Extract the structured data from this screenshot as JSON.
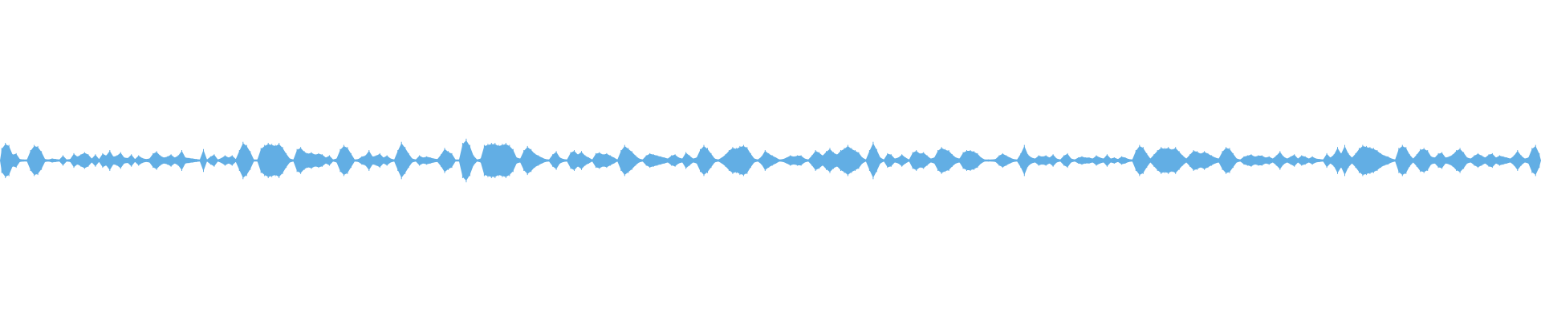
{
  "waveform": {
    "color": "#62aee4",
    "background": "#ffffff",
    "envelope": [
      0.24,
      0.34,
      0.3,
      0.12,
      0.14,
      0.03,
      0.02,
      0.02,
      0.2,
      0.3,
      0.28,
      0.18,
      0.03,
      0.02,
      0.04,
      0.03,
      0.02,
      0.1,
      0.02,
      0.03,
      0.14,
      0.08,
      0.12,
      0.16,
      0.12,
      0.04,
      0.12,
      0.03,
      0.14,
      0.1,
      0.2,
      0.08,
      0.1,
      0.16,
      0.06,
      0.05,
      0.12,
      0.03,
      0.1,
      0.05,
      0.03,
      0.04,
      0.14,
      0.18,
      0.1,
      0.06,
      0.08,
      0.12,
      0.06,
      0.1,
      0.2,
      0.06,
      0.05,
      0.04,
      0.03,
      0.02,
      0.22,
      0.02,
      0.08,
      0.12,
      0.02,
      0.05,
      0.1,
      0.06,
      0.1,
      0.03,
      0.2,
      0.36,
      0.3,
      0.18,
      0.02,
      0.02,
      0.24,
      0.3,
      0.34,
      0.32,
      0.3,
      0.34,
      0.26,
      0.14,
      0.04,
      0.02,
      0.22,
      0.26,
      0.18,
      0.14,
      0.16,
      0.12,
      0.14,
      0.12,
      0.06,
      0.1,
      0.02,
      0.04,
      0.22,
      0.3,
      0.26,
      0.14,
      0.02,
      0.03,
      0.08,
      0.1,
      0.2,
      0.08,
      0.1,
      0.14,
      0.06,
      0.1,
      0.04,
      0.02,
      0.2,
      0.36,
      0.26,
      0.14,
      0.04,
      0.02,
      0.1,
      0.06,
      0.08,
      0.06,
      0.04,
      0.03,
      0.12,
      0.24,
      0.18,
      0.14,
      0.02,
      0.02,
      0.34,
      0.42,
      0.3,
      0.1,
      0.02,
      0.04,
      0.3,
      0.32,
      0.34,
      0.34,
      0.3,
      0.32,
      0.34,
      0.3,
      0.22,
      0.06,
      0.04,
      0.2,
      0.28,
      0.22,
      0.14,
      0.1,
      0.06,
      0.03,
      0.02,
      0.12,
      0.18,
      0.06,
      0.03,
      0.02,
      0.16,
      0.2,
      0.12,
      0.18,
      0.1,
      0.06,
      0.02,
      0.14,
      0.16,
      0.12,
      0.14,
      0.1,
      0.06,
      0.02,
      0.2,
      0.3,
      0.24,
      0.18,
      0.1,
      0.04,
      0.02,
      0.1,
      0.14,
      0.12,
      0.1,
      0.08,
      0.06,
      0.04,
      0.1,
      0.12,
      0.06,
      0.04,
      0.16,
      0.1,
      0.04,
      0.06,
      0.22,
      0.3,
      0.24,
      0.14,
      0.04,
      0.02,
      0.06,
      0.12,
      0.2,
      0.26,
      0.24,
      0.28,
      0.3,
      0.26,
      0.14,
      0.04,
      0.02,
      0.08,
      0.2,
      0.14,
      0.1,
      0.06,
      0.02,
      0.03,
      0.06,
      0.1,
      0.08,
      0.1,
      0.1,
      0.04,
      0.02,
      0.1,
      0.2,
      0.16,
      0.1,
      0.18,
      0.24,
      0.16,
      0.12,
      0.2,
      0.24,
      0.3,
      0.24,
      0.2,
      0.16,
      0.06,
      0.02,
      0.2,
      0.36,
      0.22,
      0.06,
      0.02,
      0.14,
      0.12,
      0.04,
      0.06,
      0.12,
      0.06,
      0.02,
      0.16,
      0.2,
      0.14,
      0.16,
      0.1,
      0.04,
      0.06,
      0.2,
      0.26,
      0.22,
      0.2,
      0.12,
      0.06,
      0.04,
      0.16,
      0.2,
      0.2,
      0.18,
      0.14,
      0.06,
      0.02,
      0.02,
      0.02,
      0.03,
      0.1,
      0.14,
      0.1,
      0.06,
      0.03,
      0.02,
      0.14,
      0.3,
      0.12,
      0.06,
      0.04,
      0.1,
      0.08,
      0.1,
      0.06,
      0.12,
      0.04,
      0.02,
      0.1,
      0.14,
      0.04,
      0.02,
      0.06,
      0.08,
      0.06,
      0.06,
      0.04,
      0.1,
      0.06,
      0.04,
      0.12,
      0.04,
      0.06,
      0.03,
      0.08,
      0.06,
      0.03,
      0.02,
      0.2,
      0.3,
      0.26,
      0.14,
      0.04,
      0.12,
      0.2,
      0.26,
      0.24,
      0.26,
      0.22,
      0.26,
      0.18,
      0.1,
      0.04,
      0.12,
      0.2,
      0.18,
      0.14,
      0.18,
      0.14,
      0.1,
      0.06,
      0.04,
      0.18,
      0.26,
      0.24,
      0.14,
      0.04,
      0.02,
      0.08,
      0.1,
      0.12,
      0.08,
      0.1,
      0.1,
      0.06,
      0.08,
      0.04,
      0.1,
      0.18,
      0.08,
      0.04,
      0.08,
      0.12,
      0.04,
      0.1,
      0.08,
      0.04,
      0.08,
      0.04,
      0.03,
      0.02,
      0.14,
      0.06,
      0.12,
      0.26,
      0.14,
      0.3,
      0.14,
      0.06,
      0.14,
      0.24,
      0.3,
      0.28,
      0.26,
      0.24,
      0.2,
      0.14,
      0.1,
      0.08,
      0.04,
      0.02,
      0.24,
      0.3,
      0.26,
      0.12,
      0.04,
      0.12,
      0.22,
      0.24,
      0.2,
      0.08,
      0.06,
      0.14,
      0.16,
      0.06,
      0.08,
      0.12,
      0.2,
      0.24,
      0.16,
      0.06,
      0.04,
      0.1,
      0.14,
      0.1,
      0.06,
      0.12,
      0.14,
      0.06,
      0.1,
      0.08,
      0.06,
      0.04,
      0.1,
      0.2,
      0.1,
      0.04,
      0.06,
      0.24,
      0.3,
      0.14
    ]
  }
}
